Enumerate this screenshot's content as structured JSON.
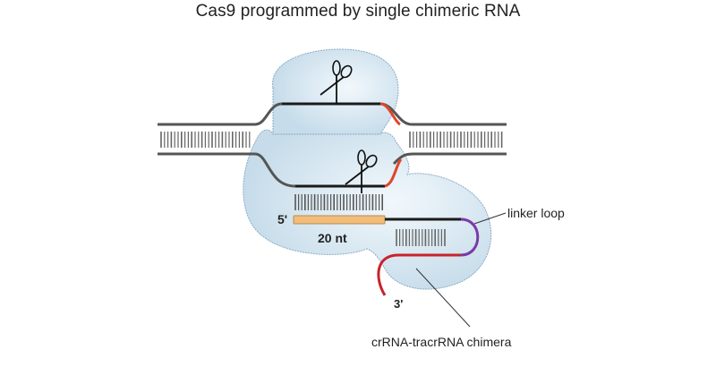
{
  "title": "Cas9 programmed by single chimeric RNA",
  "labels": {
    "five_prime": "5'",
    "three_prime": "3'",
    "guide_length": "20 nt",
    "linker_loop": "linker loop",
    "chimera": "crRNA-tracrRNA chimera"
  },
  "icons": {
    "scissors_top": "scissors-icon",
    "scissors_bottom": "scissors-icon"
  },
  "colors": {
    "protein_fill": "#cfe3ef",
    "protein_outline": "#7fa3bf",
    "dna_strand": "#555555",
    "target_strand": "#1a1a1a",
    "pam": "#e0452a",
    "guide_segment": "#f2bd7a",
    "linker": "#7a3aa8",
    "tracr": "#c8232c"
  }
}
